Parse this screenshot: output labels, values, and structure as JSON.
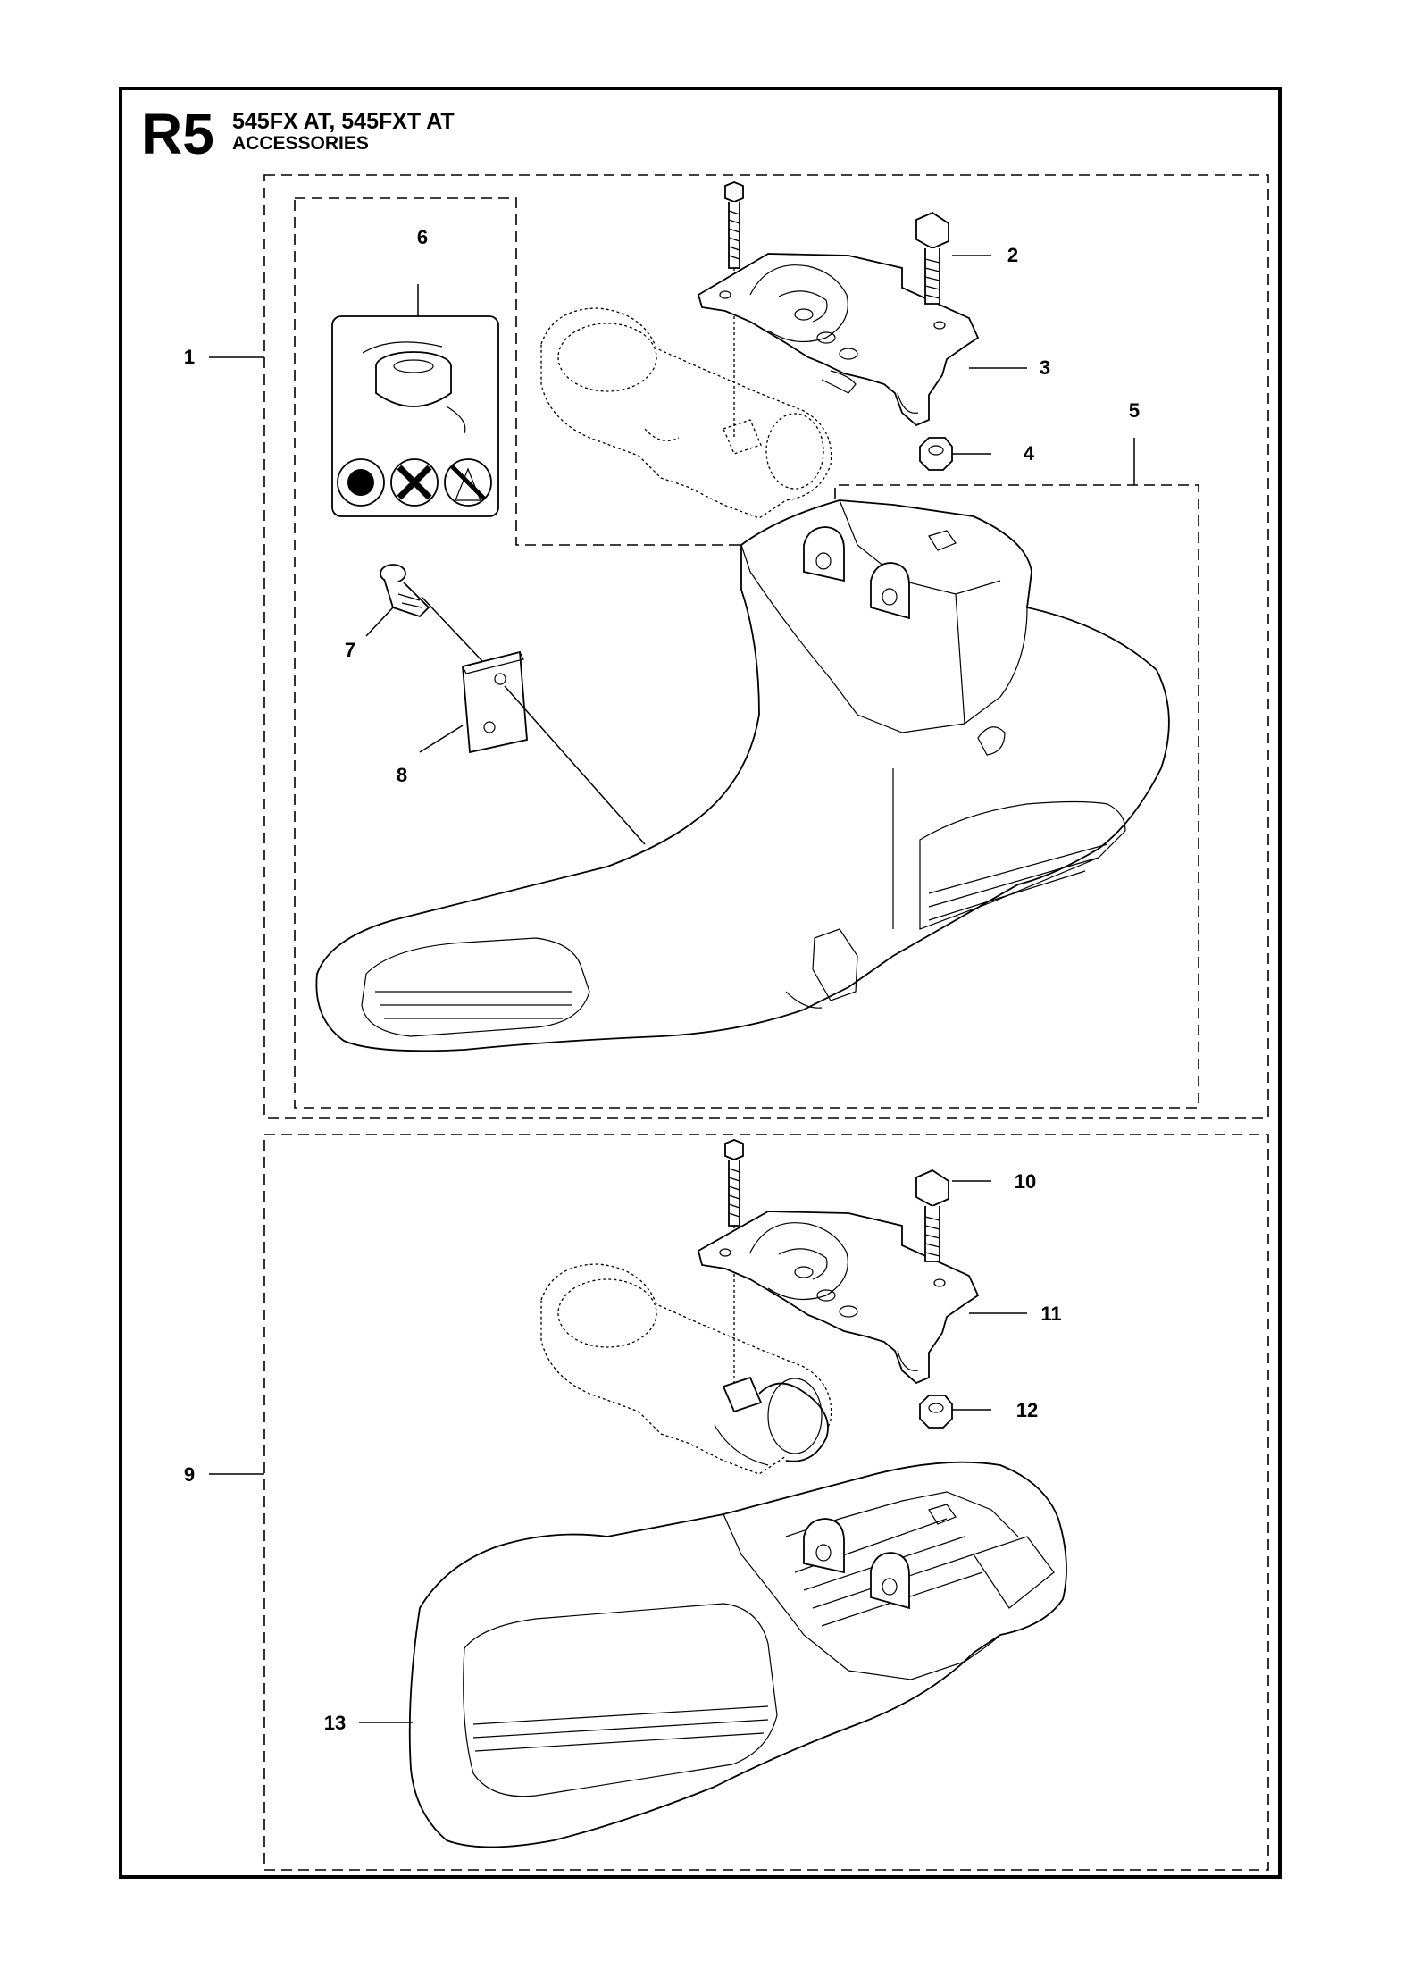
{
  "header": {
    "code": "R5",
    "models": "545FX AT, 545FXT AT",
    "section": "ACCESSORIES"
  },
  "callouts": {
    "c1": "1",
    "c2": "2",
    "c3": "3",
    "c4": "4",
    "c5": "5",
    "c6": "6",
    "c7": "7",
    "c8": "8",
    "c9": "9",
    "c10": "10",
    "c11": "11",
    "c12": "12",
    "c13": "13"
  }
}
